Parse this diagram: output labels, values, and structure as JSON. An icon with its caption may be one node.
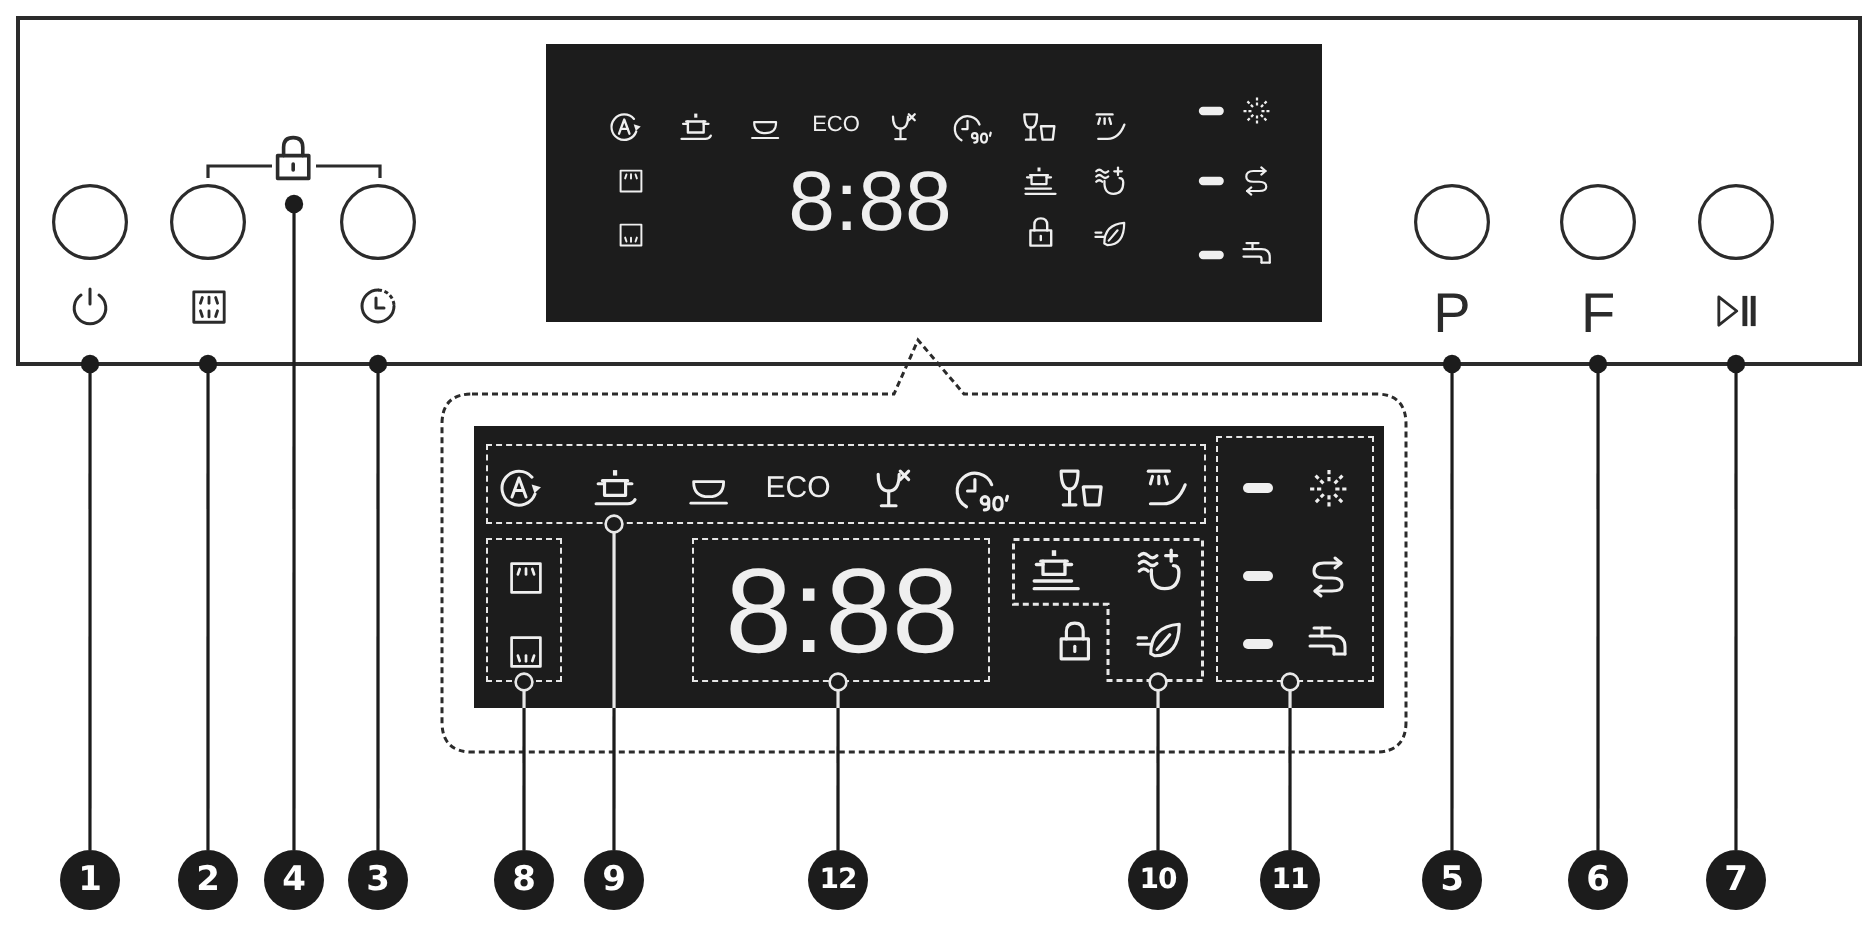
{
  "diagram": {
    "nodes": [
      {
        "text": [],
        "shape": "circle"
      },
      {
        "text": [],
        "shape": "circle"
      },
      {
        "text": [],
        "shape": "picture"
      },
      {
        "text": [],
        "shape": "circle"
      },
      {
        "text": [
          "ECO",
          "8:88"
        ]
      },
      {
        "text": [
          "P"
        ]
      },
      {
        "text": [
          "F"
        ]
      },
      {
        "text": [],
        "shape": "circle"
      },
      {
        "text": [],
        "shape": "box"
      },
      {
        "text": [
          "ECO"
        ],
        "in": 8
      },
      {
        "text": [],
        "shape": "box",
        "in": 8
      },
      {
        "text": [
          "8:88"
        ],
        "in": 8
      },
      {
        "text": [],
        "shape": "box",
        "in": 8
      },
      {
        "text": [],
        "shape": "box",
        "in": 8
      },
      {
        "text": [
          "1"
        ]
      },
      {
        "text": [
          "2"
        ]
      },
      {
        "text": [
          "4"
        ]
      },
      {
        "text": [
          "3"
        ]
      },
      {
        "text": [
          "8"
        ]
      },
      {
        "text": [
          "9"
        ]
      },
      {
        "text": [
          "12"
        ]
      },
      {
        "text": [
          "10"
        ]
      },
      {
        "text": [
          "11"
        ]
      },
      {
        "text": [
          "5"
        ]
      },
      {
        "text": [
          "6"
        ]
      },
      {
        "text": [
          "7"
        ]
      }
    ],
    "edges": [
      {
        "from": 14,
        "to": 0,
        "arrow": "other"
      },
      {
        "from": 15,
        "to": 1,
        "arrow": "other"
      },
      {
        "from": 16,
        "to": 2,
        "arrow": "other"
      },
      {
        "from": 17,
        "to": 3,
        "arrow": "other"
      },
      {
        "from": 18,
        "to": 10,
        "arrow": "other"
      },
      {
        "from": 19,
        "to": 9,
        "arrow": "other"
      },
      {
        "from": 20,
        "to": 11,
        "arrow": "other"
      },
      {
        "from": 21,
        "to": 12,
        "arrow": "other"
      },
      {
        "from": 22,
        "to": 13,
        "arrow": "other"
      },
      {
        "from": 23,
        "to": 5,
        "arrow": "other"
      },
      {
        "from": 24,
        "to": 6,
        "arrow": "other"
      },
      {
        "from": 25,
        "to": 7,
        "arrow": "other"
      }
    ]
  }
}
